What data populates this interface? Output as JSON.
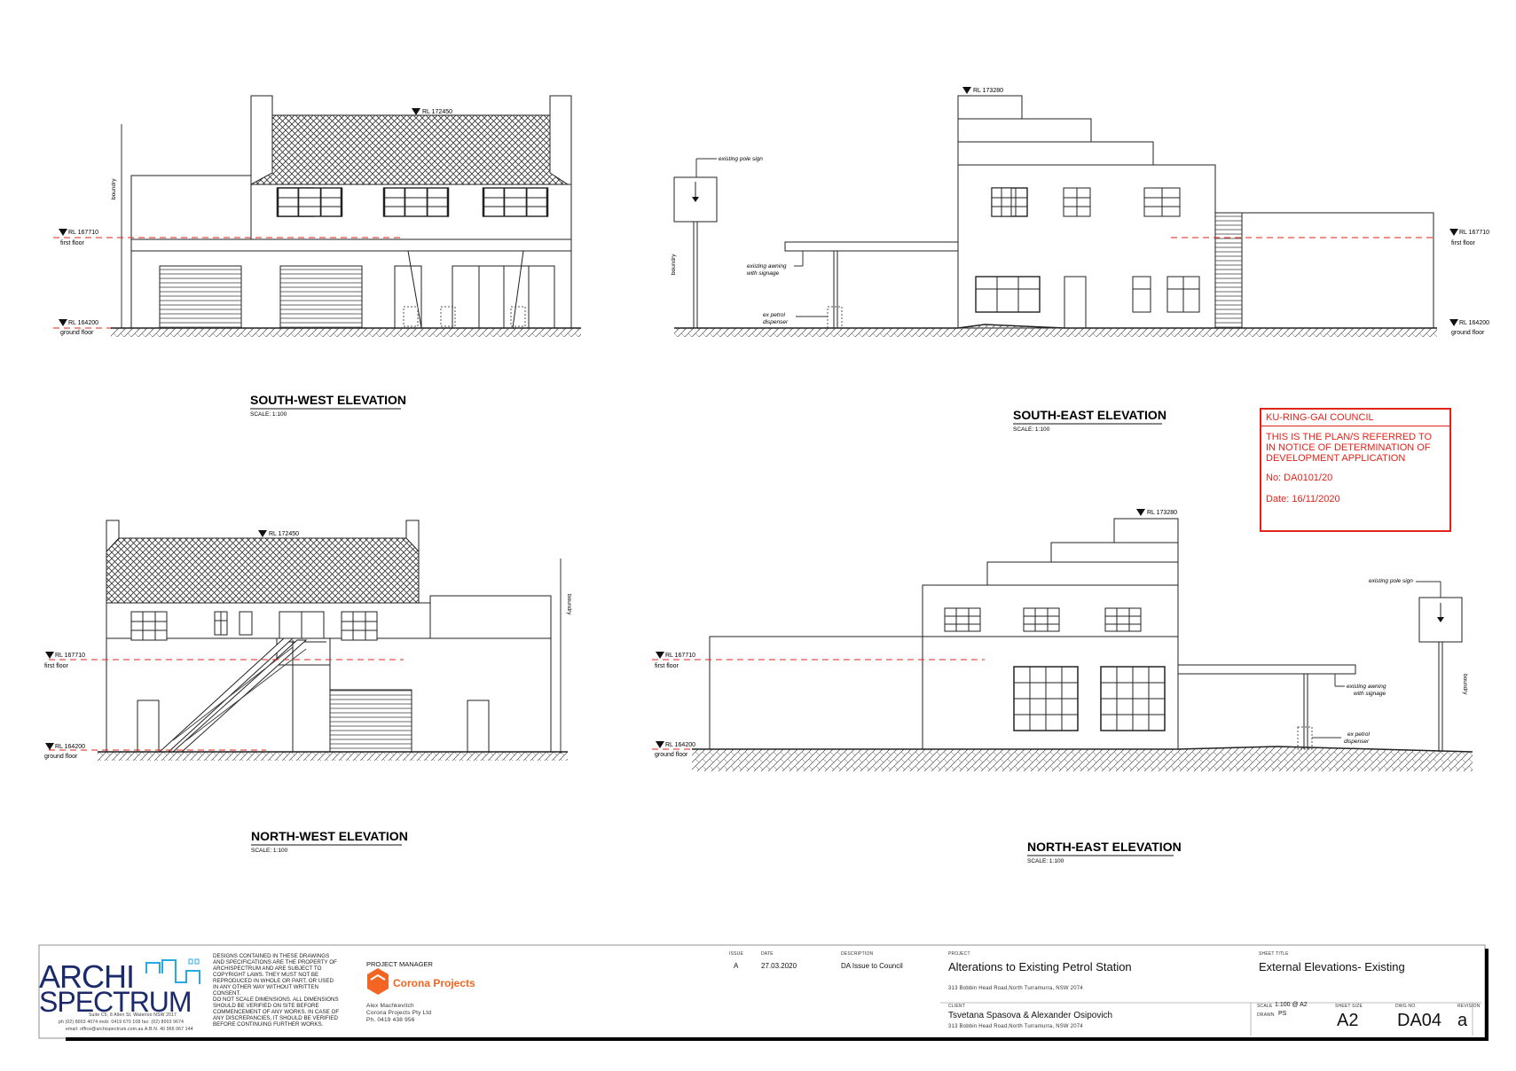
{
  "elevations": {
    "sw": {
      "title": "SOUTH-WEST ELEVATION",
      "scale": "SCALE: 1:100",
      "rl_top": "RL 172450",
      "rl_first": "RL 167710",
      "first_floor": "first floor",
      "rl_ground": "RL 164200",
      "ground_floor": "ground floor",
      "boundary": "boundry"
    },
    "se": {
      "title": "SOUTH-EAST ELEVATION",
      "scale": "SCALE: 1:100",
      "rl_top": "RL 173280",
      "rl_first": "RL 167710",
      "first_floor": "first floor",
      "rl_ground": "RL 164200",
      "ground_floor": "ground floor",
      "boundary": "boundry",
      "pole_sign": "existing pole sign",
      "awning_1": "existing awning",
      "awning_2": "with signage",
      "petrol_1": "ex petrol",
      "petrol_2": "dispenser"
    },
    "nw": {
      "title": "NORTH-WEST ELEVATION",
      "scale": "SCALE: 1:100",
      "rl_top": "RL 172450",
      "rl_first": "RL 167710",
      "first_floor": "first floor",
      "rl_ground": "RL 164200",
      "ground_floor": "ground floor",
      "boundary": "boundry"
    },
    "ne": {
      "title": "NORTH-EAST ELEVATION",
      "scale": "SCALE: 1:100",
      "rl_top": "RL 173280",
      "rl_first": "RL 167710",
      "first_floor": "first floor",
      "rl_ground": "RL 164200",
      "ground_floor": "ground floor",
      "boundary": "boundry",
      "pole_sign": "existing pole sign",
      "awning_1": "existing awning",
      "awning_2": "with signage",
      "petrol_1": "ex petrol",
      "petrol_2": "dispenser"
    }
  },
  "stamp": {
    "council": "KU-RING-GAI COUNCIL",
    "text": "THIS IS THE PLAN/S REFERRED TO\nIN NOTICE OF DETERMINATION OF\nDEVELOPMENT APPLICATION",
    "no": "No:  DA0101/20",
    "date": "Date:  16/11/2020"
  },
  "title_block": {
    "logo_line1": "ARCHI",
    "logo_line2": "SPECTRUM",
    "address": "Suite C5, 8 Allen St, Waterloo NSW 2017",
    "phone": "ph (02) 8003 4074 mob: 0419 670 108 fax: (02) 8003 9674",
    "email": "email: office@archispectrum.com.au  A.B.N.  40 966 067 144",
    "disclaimer": "DESIGNS CONTAINED IN THESE DRAWINGS\nAND SPECIFICATIONS ARE THE PROPERTY OF\nARCHISPECTRUM AND ARE SUBJECT TO\nCOPYRIGHT LAWS. THEY MUST NOT BE\nREPRODUCED IN WHOLE OR PART, OR USED\nIN ANY OTHER WAY WITHOUT WRITTEN\nCONSENT.\nDO NOT SCALE DIMENSIONS. ALL DIMENSIONS\nSHOULD BE VERIFIED ON SITE BEFORE\nCOMMENCEMENT OF ANY WORKS. IN CASE OF\nANY DISCREPANCIES, IT SHOULD BE VERIFIED\nBEFORE CONTINUING FURTHER WORKS.",
    "pm_label": "PROJECT MANAGER",
    "pm_company": "Corona Projects",
    "pm_name": "Alex Machkevitch",
    "pm_firm": "Corona Projects Pty Ltd",
    "pm_phone": "Ph. 0419 438 956",
    "issue_label": "ISSUE",
    "issue": "A",
    "date_label": "DATE",
    "date": "27.03.2020",
    "desc_label": "DESCRIPTION",
    "desc": "DA Issue to Council",
    "project_label": "PROJECT",
    "project": "Alterations to Existing Petrol Station",
    "project_addr": "313 Bobbin Head Road,North Turramurra, NSW 2074",
    "client_label": "CLIENT",
    "client": "Tsvetana Spasova & Alexander Osipovich",
    "client_addr": "313 Bobbin Head Road,North Turramurra, NSW 2074",
    "sheet_title_label": "SHEET TITLE",
    "sheet_title": "External Elevations- Existing",
    "scale_label": "SCALE",
    "scale": "1:100 @ A2",
    "drawn_label": "DRAWN",
    "drawn": "PS",
    "size_label": "SHEET SIZE",
    "size": "A2",
    "dwg_label": "DWG NO.",
    "dwg": "DA04",
    "rev_label": "REVISION",
    "rev": "a"
  }
}
